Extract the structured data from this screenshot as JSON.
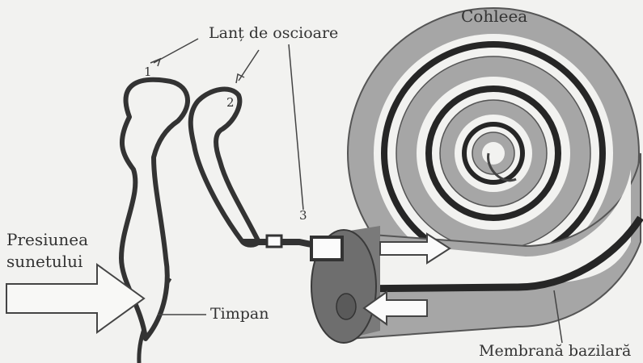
{
  "labels": {
    "ossicle_chain": "Lanț de oscioare",
    "ossicle_1": "1",
    "ossicle_2": "2",
    "ossicle_3": "3",
    "cochlea": "Cohleea",
    "sound_pressure_line1": "Presiunea",
    "sound_pressure_line2": "sunetului",
    "eardrum": "Timpan",
    "basilar_membrane": "Membrană bazilară"
  }
}
